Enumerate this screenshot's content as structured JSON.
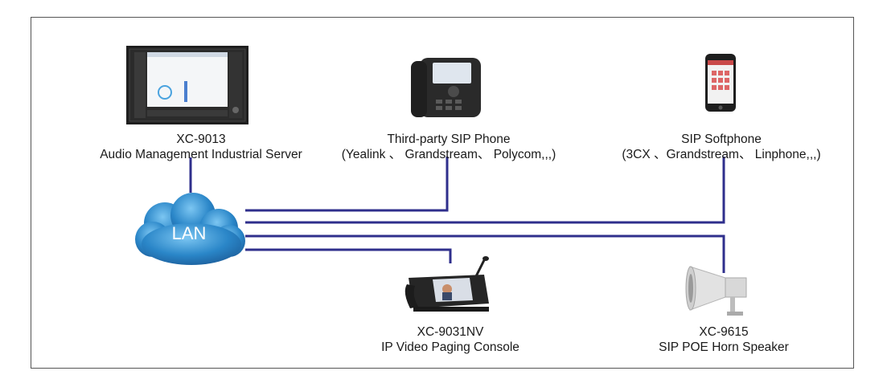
{
  "lan": {
    "label": "LAN"
  },
  "devices": {
    "server": {
      "model": "XC-9013",
      "description": "Audio Management Industrial Server"
    },
    "sip_phone": {
      "model": "Third-party SIP Phone",
      "description": "(Yealink 、 Grandstream、 Polycom,,,)"
    },
    "softphone": {
      "model": "SIP Softphone",
      "description": "(3CX 、Grandstream、 Linphone,,,)"
    },
    "console": {
      "model": "XC-9031NV",
      "description": "IP Video Paging Console"
    },
    "horn": {
      "model": "XC-9615",
      "description": "SIP POE Horn Speaker"
    }
  },
  "colors": {
    "link": "#2f2f8c",
    "cloud": "#2a86c8",
    "frame": "#555555"
  }
}
